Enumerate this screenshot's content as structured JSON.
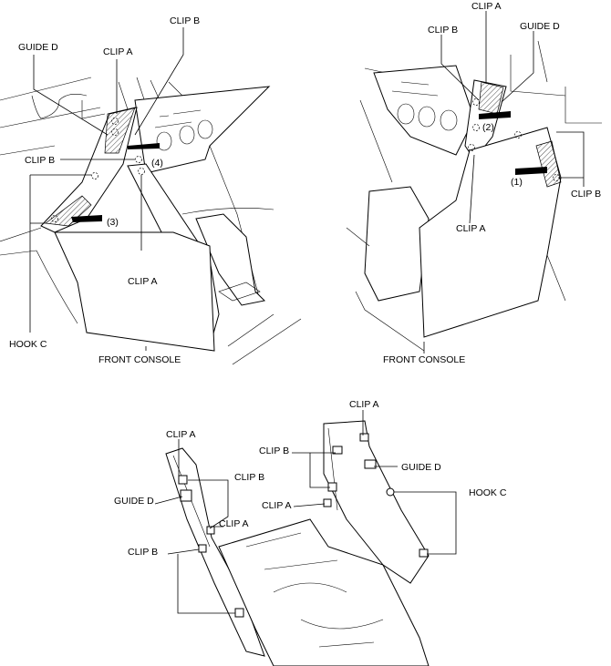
{
  "figure": {
    "top_left": {
      "labels": [
        "CLIP B",
        "GUIDE D",
        "CLIP A",
        "CLIP B",
        "(4)",
        "(3)",
        "CLIP A",
        "HOOK C",
        "FRONT CONSOLE"
      ]
    },
    "top_right": {
      "labels": [
        "CLIP A",
        "CLIP B",
        "GUIDE D",
        "(2)",
        "(1)",
        "CLIP B",
        "CLIP A",
        "FRONT CONSOLE"
      ]
    },
    "bottom": {
      "labels": [
        "CLIP A",
        "CLIP B",
        "GUIDE D",
        "CLIP A",
        "HOOK C",
        "CLIP A",
        "CLIP B",
        "GUIDE D",
        "CLIP A",
        "CLIP B"
      ]
    }
  }
}
